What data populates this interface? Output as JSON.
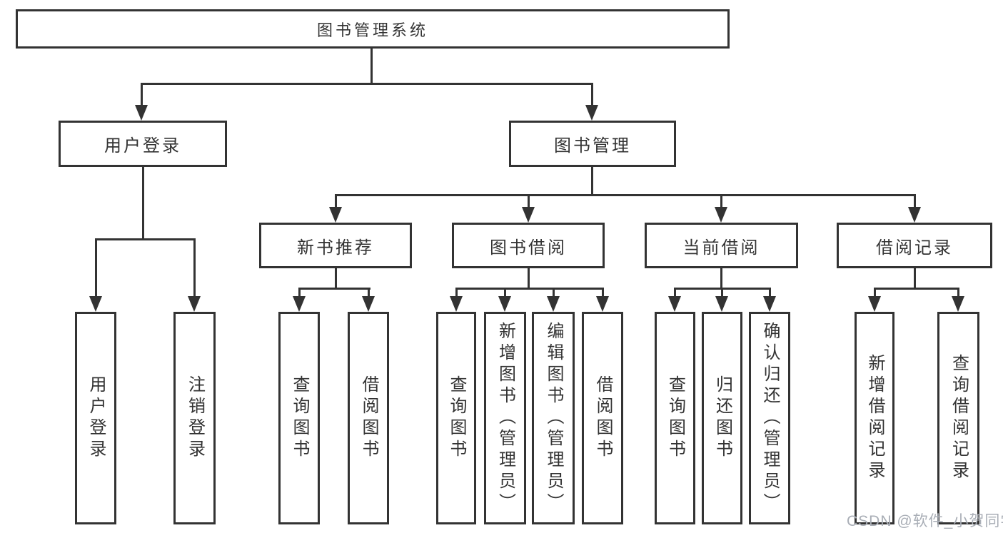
{
  "diagram": {
    "root": {
      "label": "图书管理系统"
    },
    "branches": [
      {
        "label": "用户登录",
        "children": [
          {
            "label": "用户登录"
          },
          {
            "label": "注销登录"
          }
        ]
      },
      {
        "label": "图书管理",
        "children": [
          {
            "label": "新书推荐",
            "children": [
              {
                "label": "查询图书"
              },
              {
                "label": "借阅图书"
              }
            ]
          },
          {
            "label": "图书借阅",
            "children": [
              {
                "label": "查询图书"
              },
              {
                "label": "新增图书（管理员）"
              },
              {
                "label": "编辑图书（管理员）"
              },
              {
                "label": "借阅图书"
              }
            ]
          },
          {
            "label": "当前借阅",
            "children": [
              {
                "label": "查询图书"
              },
              {
                "label": "归还图书"
              },
              {
                "label": "确认归还（管理员）"
              }
            ]
          },
          {
            "label": "借阅记录",
            "children": [
              {
                "label": "新增借阅记录"
              },
              {
                "label": "查询借阅记录"
              }
            ]
          }
        ]
      }
    ]
  },
  "watermark": {
    "text": "CSDN @软件_小贺同学"
  },
  "colors": {
    "line": "#333333",
    "box_border": "#333333",
    "text": "#333333",
    "background": "#ffffff",
    "watermark": "#a9aeb6"
  }
}
